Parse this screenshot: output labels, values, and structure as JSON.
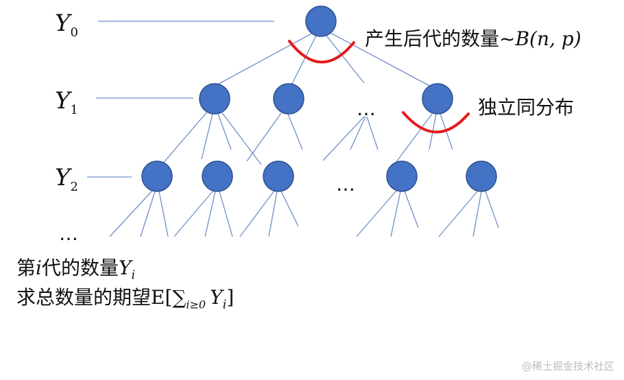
{
  "levels": {
    "y0": {
      "base": "Y",
      "sub": "0"
    },
    "y1": {
      "base": "Y",
      "sub": "1"
    },
    "y2": {
      "base": "Y",
      "sub": "2"
    },
    "more": "…"
  },
  "ellipsis": "…",
  "annotations": {
    "offspring_prefix": "产生后代的数量~",
    "offspring_dist": "B(n, p)",
    "iid": "独立同分布"
  },
  "goal": {
    "line1_prefix": "第",
    "line1_var": "i",
    "line1_suffix": "代的数量",
    "line1_y": "Y",
    "line1_sub": "i",
    "line2_prefix": "求总数量的期望",
    "line2_E": "E[",
    "line2_sum": "∑",
    "line2_sum_sub": "i≥0",
    "line2_y": "Y",
    "line2_sub": "i",
    "line2_close": "]"
  },
  "watermark": "@稀土掘金技术社区",
  "colors": {
    "node": "#4472c4",
    "edge": "#6f8fc8",
    "arc": "#e31b1b"
  }
}
